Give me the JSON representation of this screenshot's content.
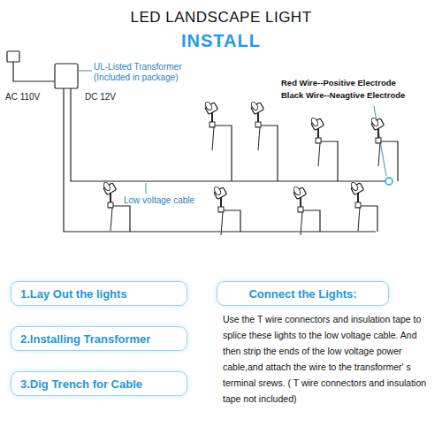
{
  "diagram": {
    "title": "LED LANDSCAPE LIGHT",
    "nodes": [
      {
        "text": [
          "1.Lay Out the lights"
        ]
      },
      {
        "text": [
          "2.Installing Transformer"
        ]
      },
      {
        "text": [
          "3.Dig Trench for Cable"
        ]
      },
      {
        "text": [
          "Connect the Lights:"
        ]
      }
    ],
    "labels": [
      "INSTALL",
      "UL-Listed Transformer (Included in package)",
      "AC 110V",
      "DC 12V",
      "Red Wire--Positive Electrode",
      "Black Wire--Neagtive Electrode",
      "Low voltage cable",
      "Use the T wire connectors and insulation tape to splice these lights to the low voltage cable. And then strip the ends of the low voltage power cable,and attach the wire to the transformer' s terminal srews. ( T wire connectors and insulation tape not included)"
    ]
  }
}
